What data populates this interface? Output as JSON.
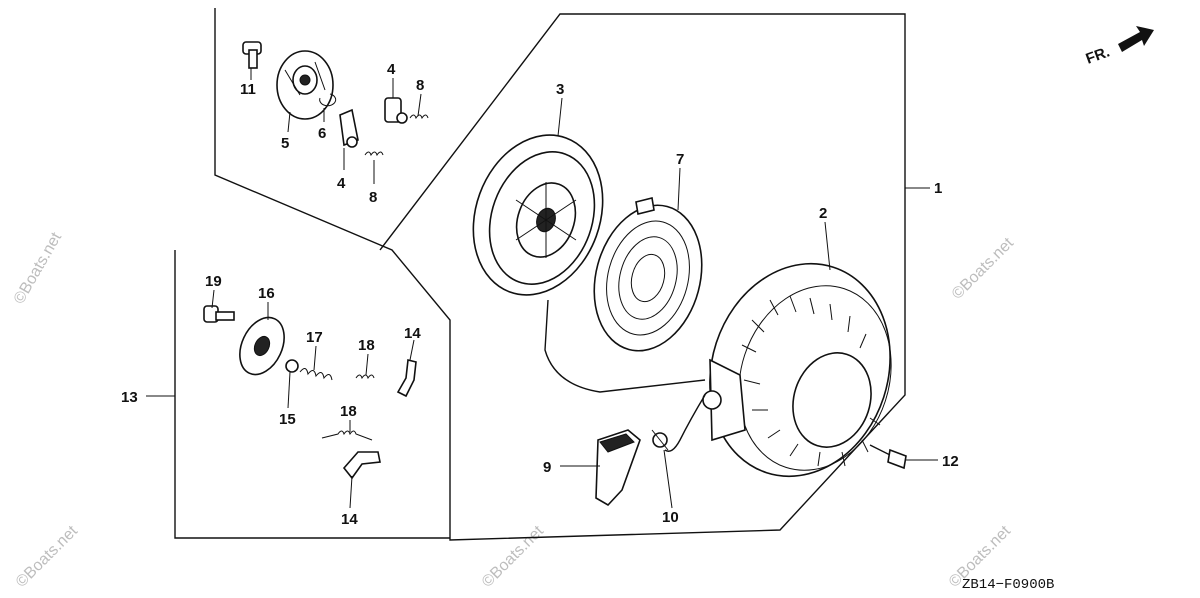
{
  "diagram_code": "ZB14−F0900B",
  "front_marker": "FR.",
  "watermark": "©Boats.net",
  "callouts": {
    "c1": "1",
    "c2": "2",
    "c3": "3",
    "c4a": "4",
    "c4b": "4",
    "c5": "5",
    "c6": "6",
    "c7": "7",
    "c8a": "8",
    "c8b": "8",
    "c9": "9",
    "c10": "10",
    "c11": "11",
    "c12": "12",
    "c13": "13",
    "c14a": "14",
    "c14b": "14",
    "c15": "15",
    "c16": "16",
    "c17": "17",
    "c18a": "18",
    "c18b": "18",
    "c19": "19"
  }
}
